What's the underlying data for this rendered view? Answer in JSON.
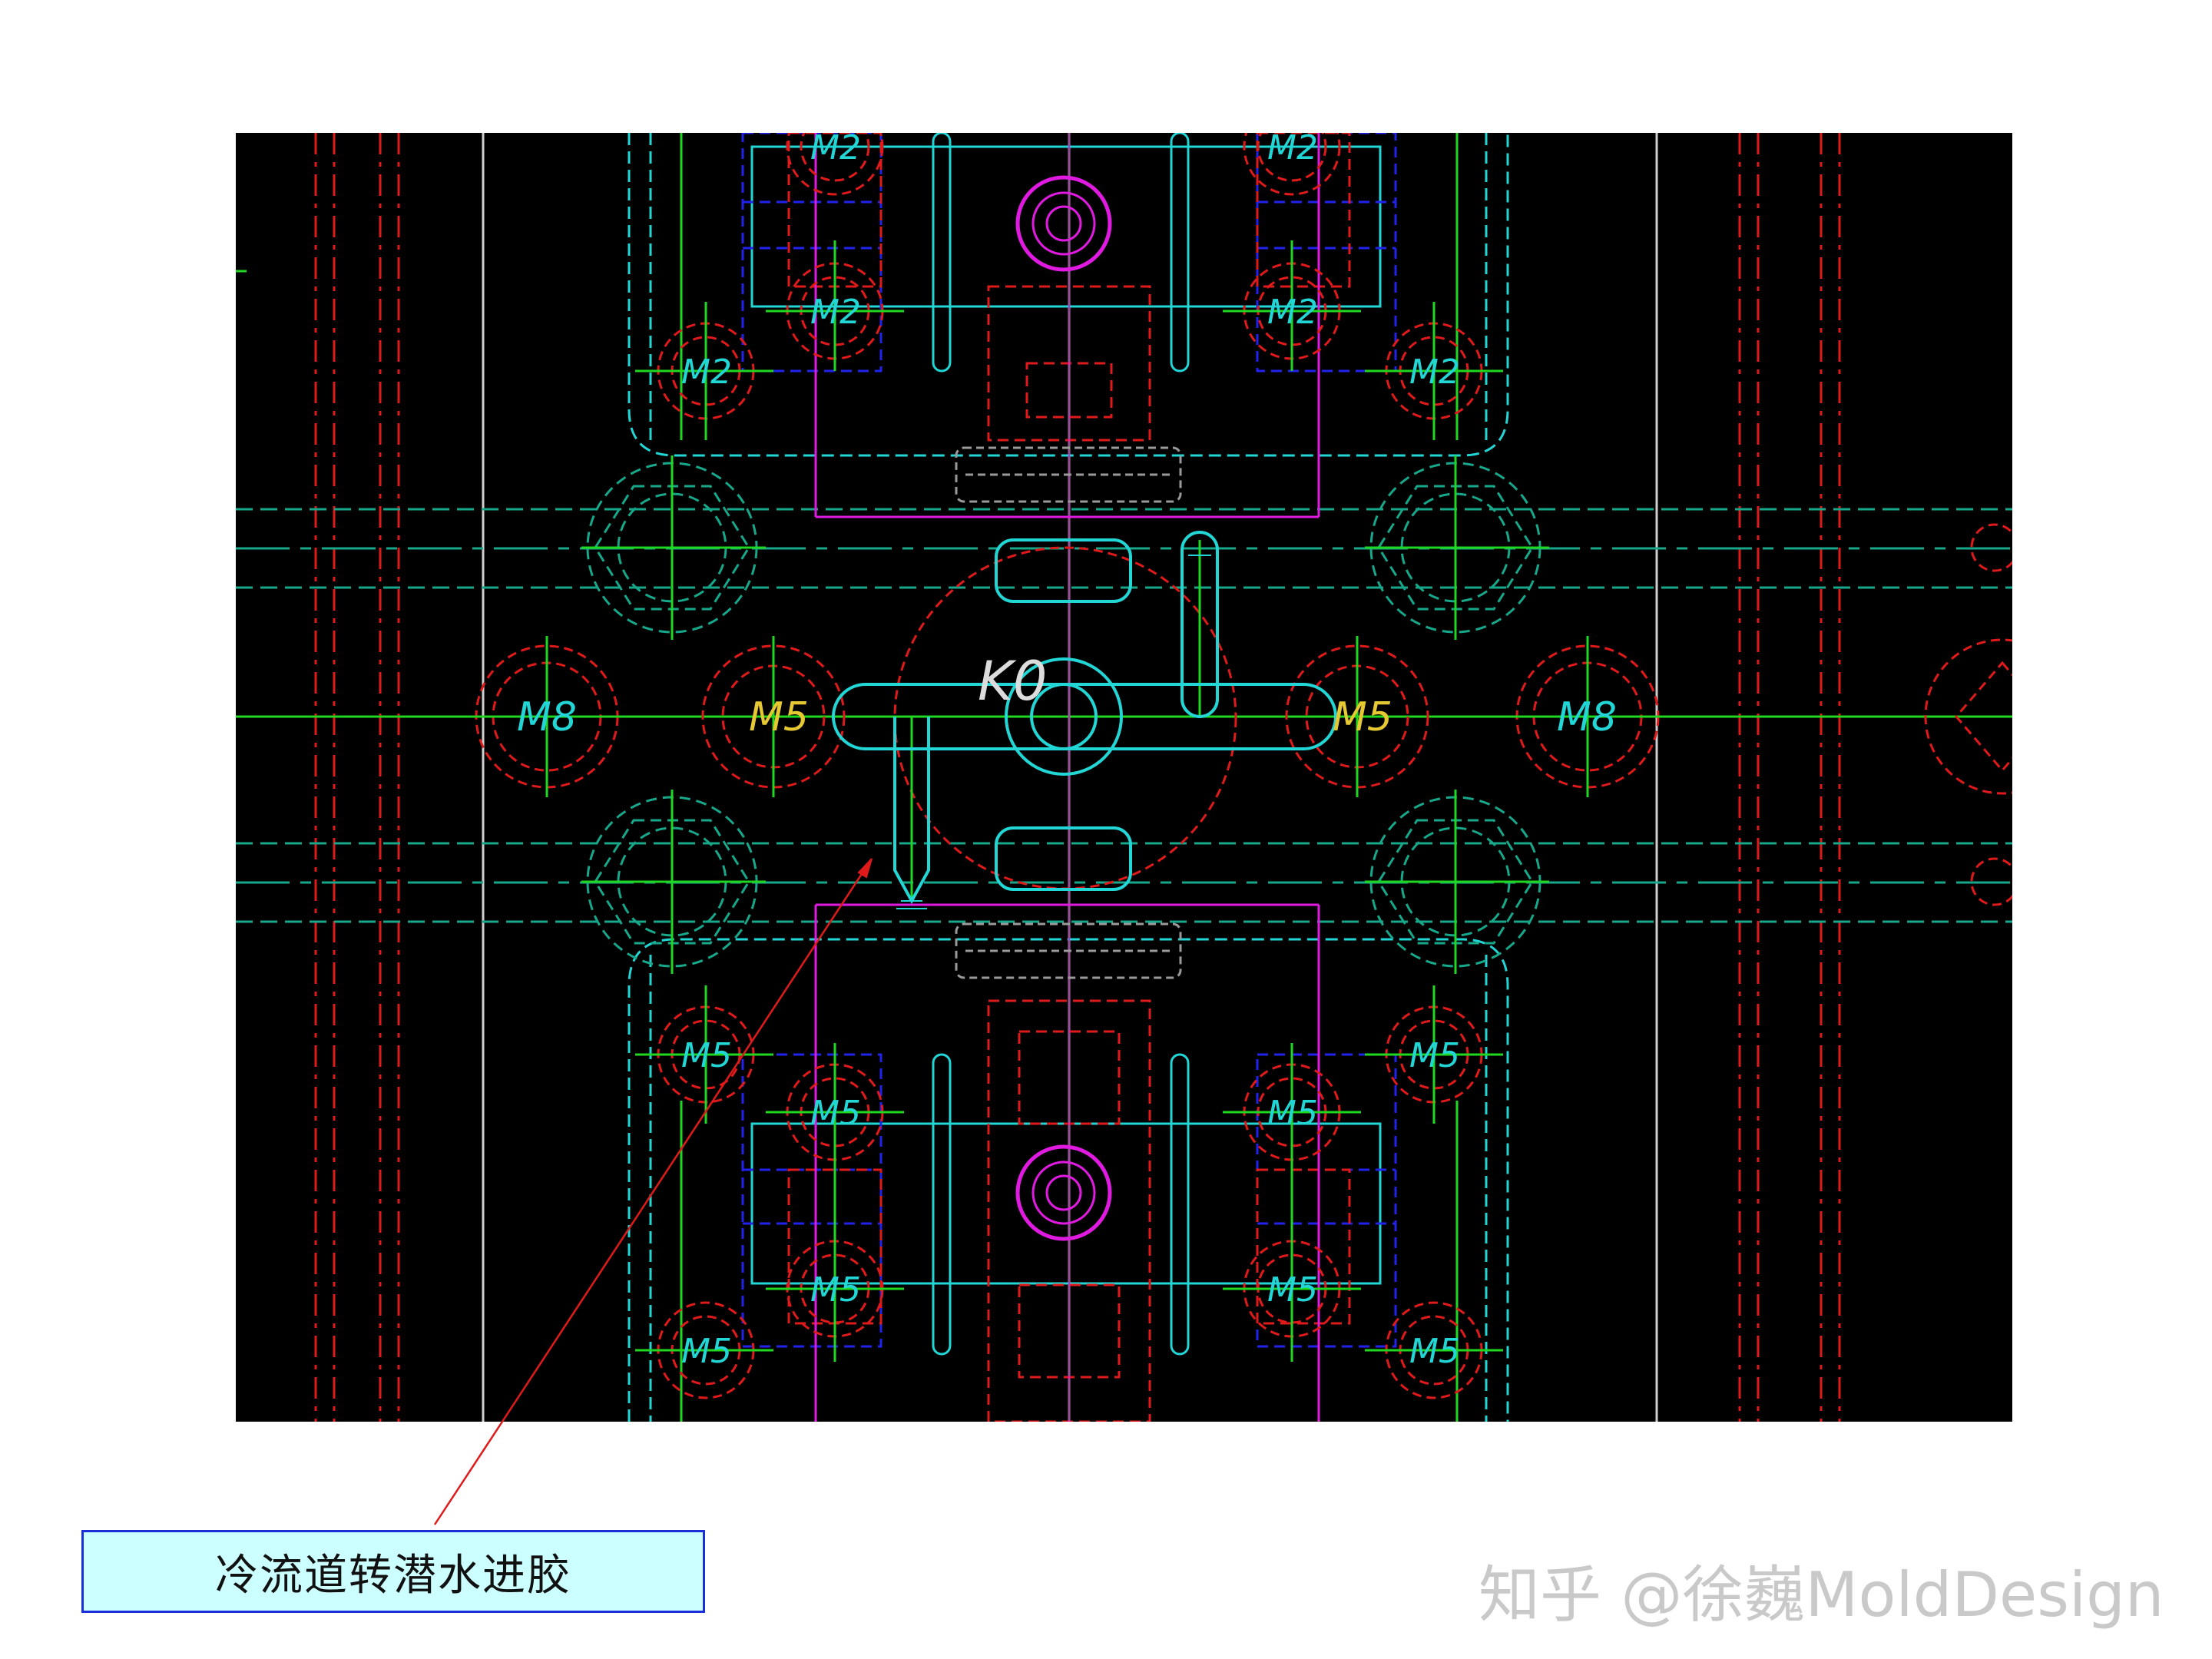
{
  "callout": {
    "text": "冷流道转潜水进胶"
  },
  "watermark": {
    "text": "知乎 @徐巍MoldDesign"
  },
  "drawing": {
    "gate_label": "K0",
    "labels": {
      "m8": "M8",
      "m5": "M5",
      "m2": "M2"
    },
    "colors": {
      "background": "#000000",
      "cyan": "#23d6d6",
      "green": "#1fd81f",
      "red": "#e01a1a",
      "magenta": "#e01ae0",
      "blue": "#2222ee",
      "yellow": "#e6c832",
      "teal": "#17a78a",
      "gray": "#9a9a9a",
      "leader_line": "#e01a1a",
      "callout_fill": "#ccffff",
      "callout_border": "#1b2fd6"
    }
  }
}
